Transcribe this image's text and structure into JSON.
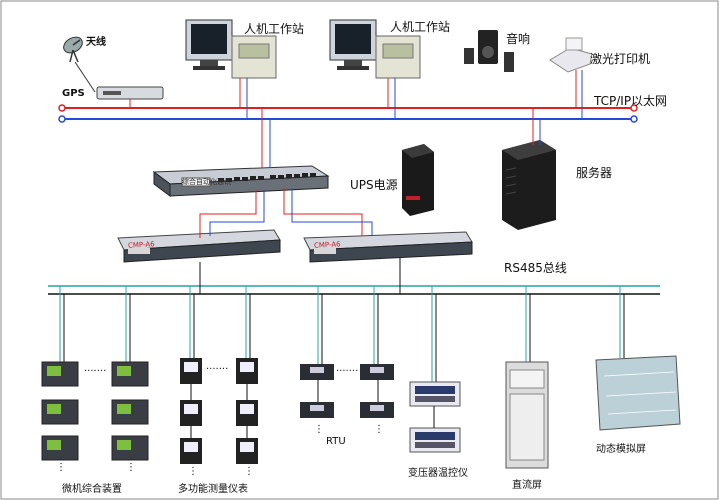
{
  "labels": {
    "antenna": "天线",
    "gps": "GPS",
    "workstation1": "人机工作站",
    "workstation2": "人机工作站",
    "speaker": "音响",
    "printer": "激光打印机",
    "network": "TCP/IP以太网",
    "ups": "UPS电源",
    "server": "服务器",
    "rs485": "RS485总线",
    "switch_screen": "综合自动化通讯",
    "concentrator1": "CMP-A6",
    "concentrator2": "CMP-A6",
    "protection": "微机综合装置",
    "meters": "多功能测量仪表",
    "rtu": "RTU",
    "transformer": "变压器温控仪",
    "dc_panel": "直流屏",
    "mimic": "动态模拟屏",
    "dots": "·······",
    "vdots": "⋮"
  },
  "colors": {
    "red_bus": "#e02020",
    "blue_bus": "#2848d8",
    "rs485_bus": "#111111",
    "teal_bus": "#2aa0a8"
  }
}
